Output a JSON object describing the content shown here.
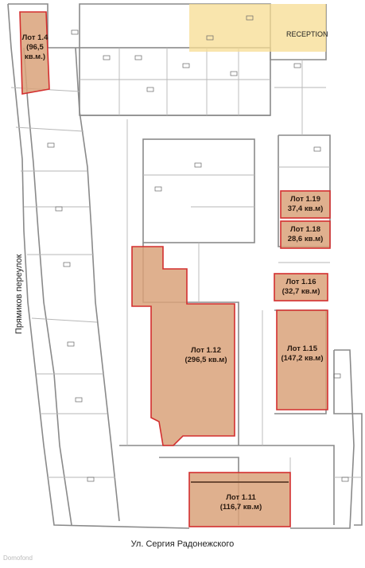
{
  "labels": {
    "reception": "RECEPTION",
    "street_bottom": "Ул. Сергия Радонежского",
    "street_left": "Прямиков переулок",
    "watermark": "Domofond"
  },
  "lots": [
    {
      "id": "lot-1-4",
      "name": "Лот 1.4",
      "area": "(96,5",
      "area2": "кв.м.)"
    },
    {
      "id": "lot-1-19",
      "name": "Лот 1.19",
      "area": "37,4 кв.м)"
    },
    {
      "id": "lot-1-18",
      "name": "Лот 1.18",
      "area": "28,6 кв.м)"
    },
    {
      "id": "lot-1-16",
      "name": "Лот 1.16",
      "area": "(32,7 кв.м)"
    },
    {
      "id": "lot-1-15",
      "name": "Лот 1.15",
      "area": "(147,2 кв.м)"
    },
    {
      "id": "lot-1-12",
      "name": "Лот 1.12",
      "area": "(296,5 кв.м)"
    },
    {
      "id": "lot-1-11",
      "name": "Лот 1.11",
      "area": "(116,7 кв.м)"
    }
  ],
  "colors": {
    "lot_fill": "#d9a27a",
    "lot_border": "#d32f2f",
    "reception_fill": "#f7dc92",
    "wall": "#8a8a8a"
  }
}
